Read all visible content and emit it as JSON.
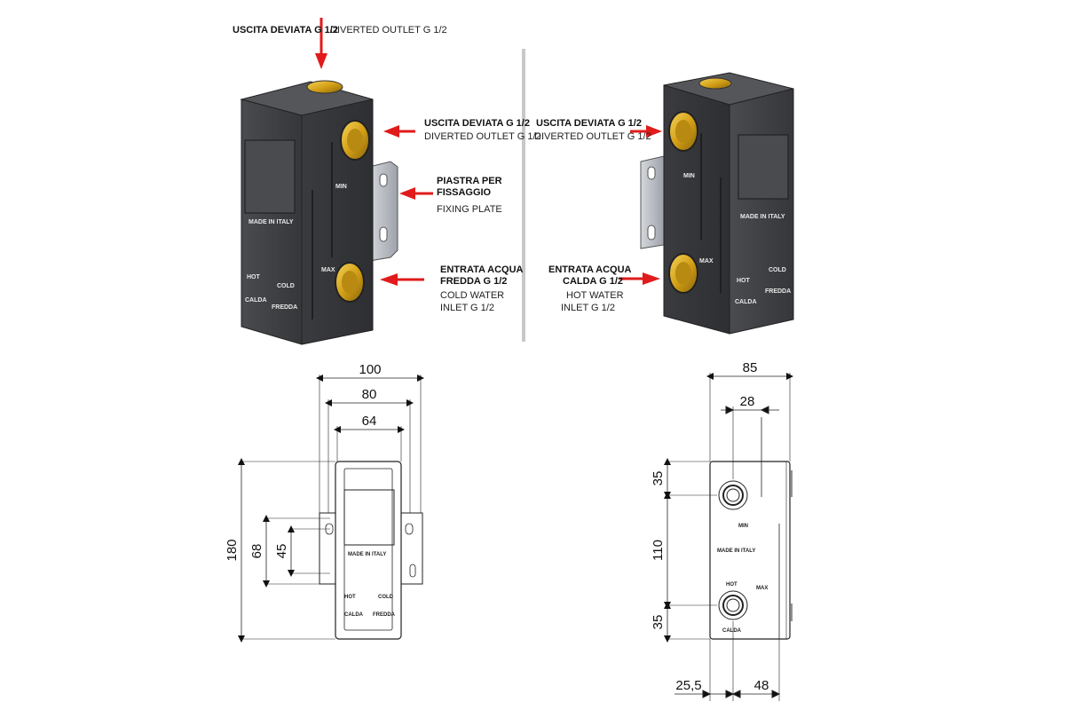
{
  "callouts": {
    "top_outlet_it": "USCITA DEVIATA G 1/2",
    "top_outlet_en": "DIVERTED OUTLET G 1/2",
    "left_side_outlet_it": "USCITA DEVIATA G 1/2",
    "left_side_outlet_en": "DIVERTED OUTLET G 1/2",
    "plate_it_1": "PIASTRA PER",
    "plate_it_2": "FISSAGGIO",
    "plate_en": "FIXING PLATE",
    "cold_it_1": "ENTRATA ACQUA",
    "cold_it_2": "FREDDA G 1/2",
    "cold_en_1": "COLD WATER",
    "cold_en_2": "INLET G 1/2",
    "right_outlet_it": "USCITA DEVIATA G 1/2",
    "right_outlet_en": "DIVERTED OUTLET G 1/2",
    "hot_it_1": "ENTRATA ACQUA",
    "hot_it_2": "CALDA G 1/2",
    "hot_en_1": "HOT WATER",
    "hot_en_2": "INLET    G 1/2"
  },
  "body_marks": {
    "made_in_italy": "MADE IN ITALY",
    "min": "MIN",
    "max": "MAX",
    "hot": "HOT",
    "calda": "CALDA",
    "cold": "COLD",
    "fredda": "FREDDA"
  },
  "front_view": {
    "width_plate": "100",
    "width_outer": "80",
    "width_inner": "64",
    "height_total": "180",
    "slot_spacing": "68",
    "slot_pitch": "45"
  },
  "side_view": {
    "width_total": "85",
    "port_offset": "28",
    "top_to_port": "35",
    "port_spacing": "110",
    "port_to_bottom": "35",
    "left_offset": "25,5",
    "right_offset": "48"
  },
  "colors": {
    "arrow_red": "#e11b1b",
    "body_dark": "#3c3d40",
    "brass": "#d4a017",
    "plate_steel": "#b8bcc4",
    "divider": "#c8c8c8"
  }
}
